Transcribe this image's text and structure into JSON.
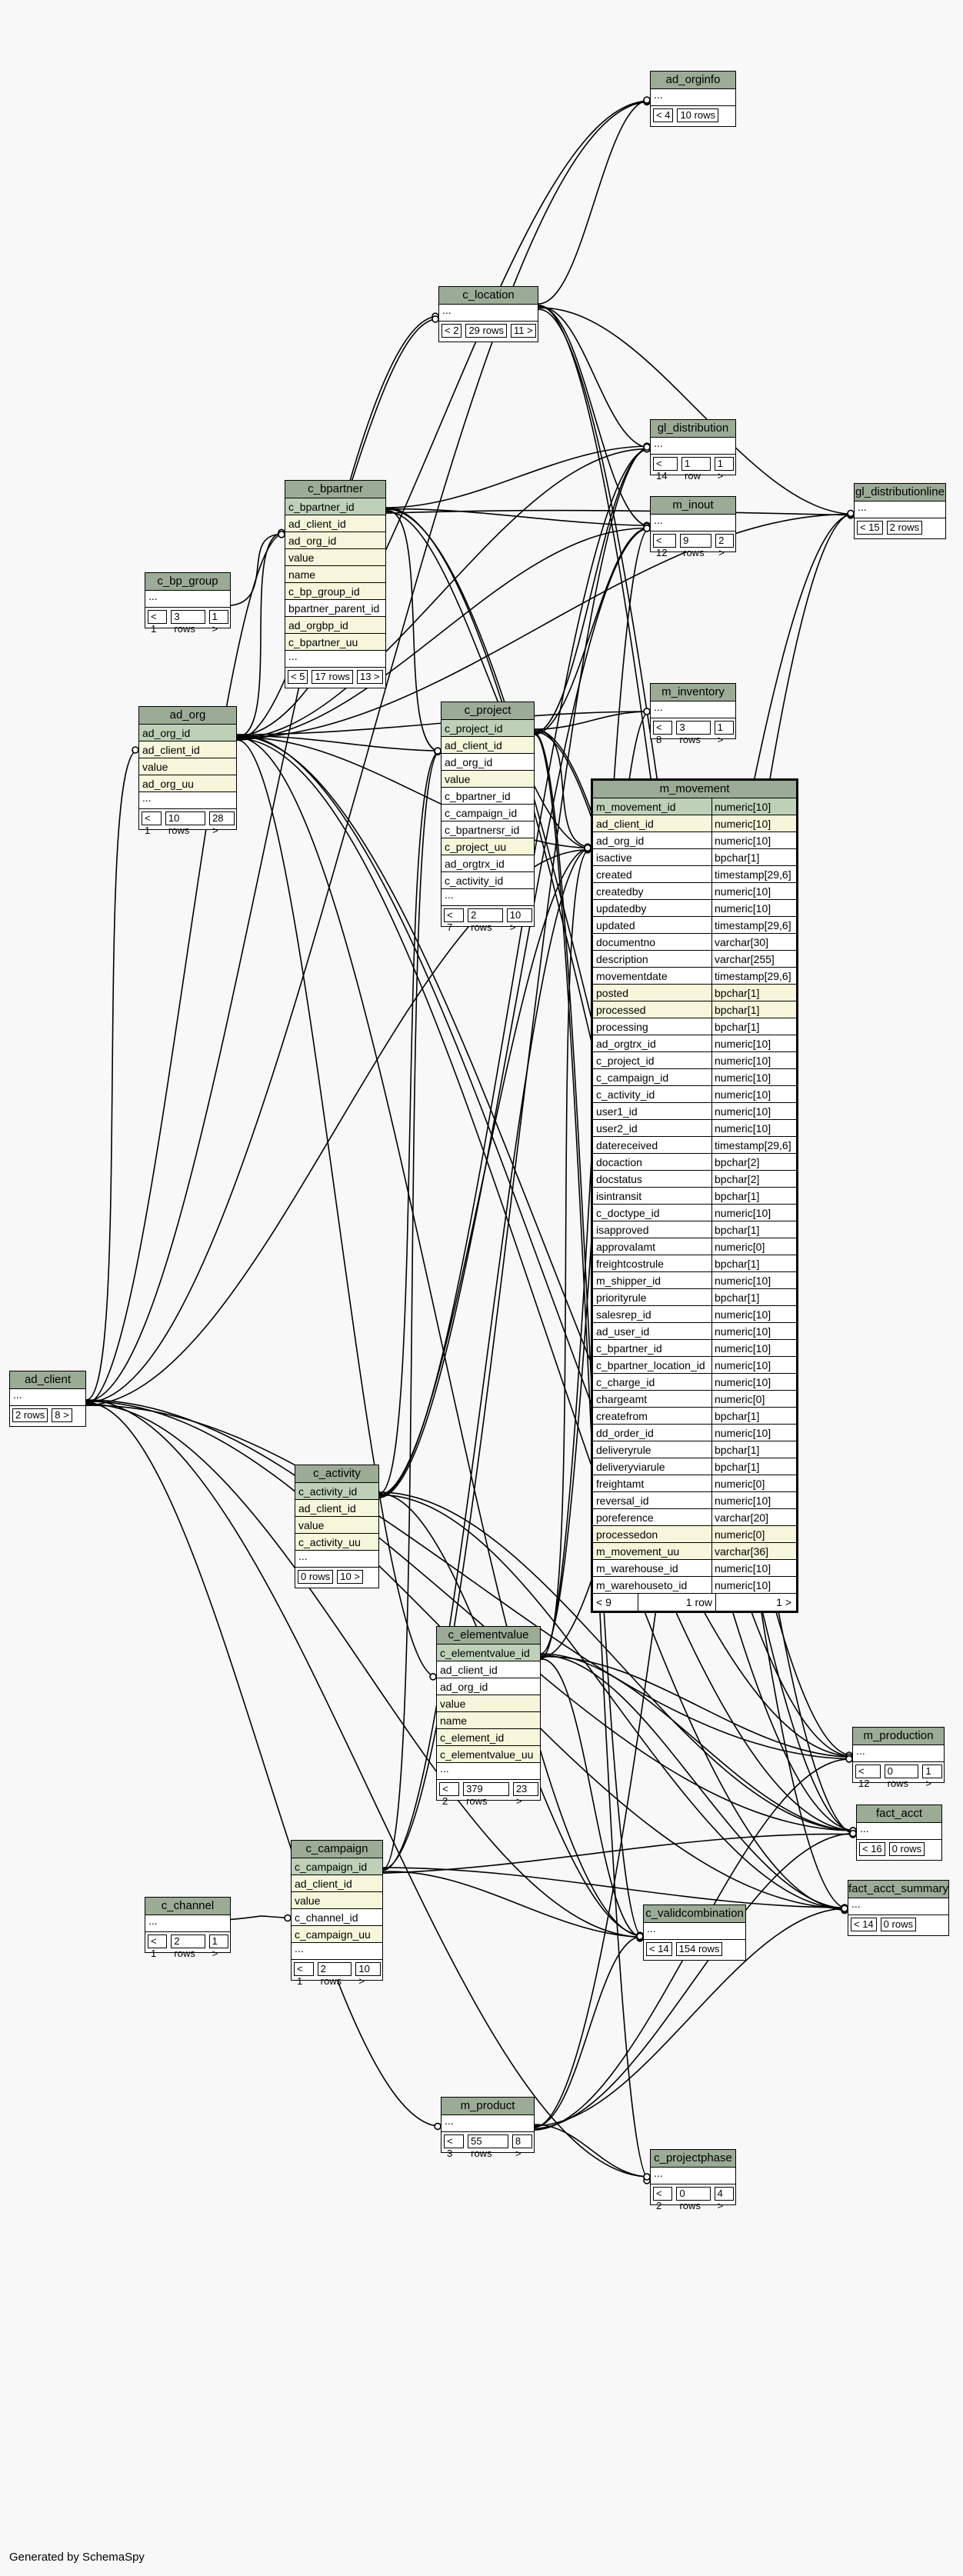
{
  "generated_by": "Generated by SchemaSpy",
  "tables": [
    {
      "id": "ad_orginfo",
      "name": "ad_orginfo",
      "rows": [
        {
          "t": "...",
          "k": "plain",
          "ell": true
        }
      ],
      "footer": [
        "< 4",
        "10 rows"
      ]
    },
    {
      "id": "c_location",
      "name": "c_location",
      "rows": [
        {
          "t": "...",
          "k": "plain",
          "ell": true
        }
      ],
      "footer": [
        "< 2",
        "29 rows",
        "11 >"
      ]
    },
    {
      "id": "gl_distribution",
      "name": "gl_distribution",
      "rows": [
        {
          "t": "...",
          "k": "plain",
          "ell": true
        }
      ],
      "footer": [
        "< 14",
        "1 row",
        "1 >"
      ]
    },
    {
      "id": "gl_distributionline",
      "name": "gl_distributionline",
      "rows": [
        {
          "t": "...",
          "k": "plain",
          "ell": true
        }
      ],
      "footer": [
        "< 15",
        "2 rows"
      ]
    },
    {
      "id": "c_bpartner",
      "name": "c_bpartner",
      "rows": [
        {
          "t": "c_bpartner_id",
          "k": "pk"
        },
        {
          "t": "ad_client_id",
          "k": "fk"
        },
        {
          "t": "ad_org_id",
          "k": "fk"
        },
        {
          "t": "value",
          "k": "fk"
        },
        {
          "t": "name",
          "k": "fk"
        },
        {
          "t": "c_bp_group_id",
          "k": "fk"
        },
        {
          "t": "bpartner_parent_id",
          "k": "plain"
        },
        {
          "t": "ad_orgbp_id",
          "k": "fk"
        },
        {
          "t": "c_bpartner_uu",
          "k": "fk"
        },
        {
          "t": "...",
          "k": "plain",
          "ell": true
        }
      ],
      "footer": [
        "< 5",
        "17 rows",
        "13 >"
      ]
    },
    {
      "id": "m_inout",
      "name": "m_inout",
      "rows": [
        {
          "t": "...",
          "k": "plain",
          "ell": true
        }
      ],
      "footer": [
        "< 12",
        "9 rows",
        "2 >"
      ]
    },
    {
      "id": "c_bp_group",
      "name": "c_bp_group",
      "rows": [
        {
          "t": "...",
          "k": "plain",
          "ell": true
        }
      ],
      "footer": [
        "< 1",
        "3 rows",
        "1 >"
      ]
    },
    {
      "id": "m_inventory",
      "name": "m_inventory",
      "rows": [
        {
          "t": "...",
          "k": "plain",
          "ell": true
        }
      ],
      "footer": [
        "< 8",
        "3 rows",
        "1 >"
      ]
    },
    {
      "id": "c_project",
      "name": "c_project",
      "rows": [
        {
          "t": "c_project_id",
          "k": "pk"
        },
        {
          "t": "ad_client_id",
          "k": "fk"
        },
        {
          "t": "ad_org_id",
          "k": "plain"
        },
        {
          "t": "value",
          "k": "fk"
        },
        {
          "t": "c_bpartner_id",
          "k": "plain"
        },
        {
          "t": "c_campaign_id",
          "k": "plain"
        },
        {
          "t": "c_bpartnersr_id",
          "k": "plain"
        },
        {
          "t": "c_project_uu",
          "k": "fk"
        },
        {
          "t": "ad_orgtrx_id",
          "k": "plain"
        },
        {
          "t": "c_activity_id",
          "k": "plain"
        },
        {
          "t": "...",
          "k": "plain",
          "ell": true
        }
      ],
      "footer": [
        "< 7",
        "2 rows",
        "10 >"
      ]
    },
    {
      "id": "ad_org",
      "name": "ad_org",
      "rows": [
        {
          "t": "ad_org_id",
          "k": "pk"
        },
        {
          "t": "ad_client_id",
          "k": "fk"
        },
        {
          "t": "value",
          "k": "fk"
        },
        {
          "t": "ad_org_uu",
          "k": "fk"
        },
        {
          "t": "...",
          "k": "plain",
          "ell": true
        }
      ],
      "footer": [
        "< 1",
        "10 rows",
        "28 >"
      ]
    },
    {
      "id": "ad_client",
      "name": "ad_client",
      "rows": [
        {
          "t": "...",
          "k": "plain",
          "ell": true
        }
      ],
      "footer": [
        "2 rows",
        "8 >"
      ]
    },
    {
      "id": "c_activity",
      "name": "c_activity",
      "rows": [
        {
          "t": "c_activity_id",
          "k": "pk"
        },
        {
          "t": "ad_client_id",
          "k": "fk"
        },
        {
          "t": "value",
          "k": "fk"
        },
        {
          "t": "c_activity_uu",
          "k": "fk"
        },
        {
          "t": "...",
          "k": "plain",
          "ell": true
        }
      ],
      "footer": [
        "0 rows",
        "10 >"
      ]
    },
    {
      "id": "c_elementvalue",
      "name": "c_elementvalue",
      "rows": [
        {
          "t": "c_elementvalue_id",
          "k": "pk"
        },
        {
          "t": "ad_client_id",
          "k": "plain"
        },
        {
          "t": "ad_org_id",
          "k": "plain"
        },
        {
          "t": "value",
          "k": "fk"
        },
        {
          "t": "name",
          "k": "fk"
        },
        {
          "t": "c_element_id",
          "k": "fk"
        },
        {
          "t": "c_elementvalue_uu",
          "k": "fk"
        },
        {
          "t": "...",
          "k": "plain",
          "ell": true
        }
      ],
      "footer": [
        "< 2",
        "379 rows",
        "23 >"
      ]
    },
    {
      "id": "m_production",
      "name": "m_production",
      "rows": [
        {
          "t": "...",
          "k": "plain",
          "ell": true
        }
      ],
      "footer": [
        "< 12",
        "0 rows",
        "1 >"
      ]
    },
    {
      "id": "fact_acct",
      "name": "fact_acct",
      "rows": [
        {
          "t": "...",
          "k": "plain",
          "ell": true
        }
      ],
      "footer": [
        "< 16",
        "0 rows"
      ]
    },
    {
      "id": "fact_acct_summary",
      "name": "fact_acct_summary",
      "rows": [
        {
          "t": "...",
          "k": "plain",
          "ell": true
        }
      ],
      "footer": [
        "< 14",
        "0 rows"
      ]
    },
    {
      "id": "c_campaign",
      "name": "c_campaign",
      "rows": [
        {
          "t": "c_campaign_id",
          "k": "pk"
        },
        {
          "t": "ad_client_id",
          "k": "fk"
        },
        {
          "t": "value",
          "k": "fk"
        },
        {
          "t": "c_channel_id",
          "k": "plain"
        },
        {
          "t": "c_campaign_uu",
          "k": "fk"
        },
        {
          "t": "...",
          "k": "plain",
          "ell": true
        }
      ],
      "footer": [
        "< 1",
        "2 rows",
        "10 >"
      ]
    },
    {
      "id": "c_channel",
      "name": "c_channel",
      "rows": [
        {
          "t": "...",
          "k": "plain",
          "ell": true
        }
      ],
      "footer": [
        "< 1",
        "2 rows",
        "1 >"
      ]
    },
    {
      "id": "c_validcombination",
      "name": "c_validcombination",
      "rows": [
        {
          "t": "...",
          "k": "plain",
          "ell": true
        }
      ],
      "footer": [
        "< 14",
        "154 rows"
      ]
    },
    {
      "id": "m_product",
      "name": "m_product",
      "rows": [
        {
          "t": "...",
          "k": "plain",
          "ell": true
        }
      ],
      "footer": [
        "< 3",
        "55 rows",
        "8 >"
      ]
    },
    {
      "id": "c_projectphase",
      "name": "c_projectphase",
      "rows": [
        {
          "t": "...",
          "k": "plain",
          "ell": true
        }
      ],
      "footer": [
        "< 2",
        "0 rows",
        "4 >"
      ]
    }
  ],
  "m_movement": {
    "name": "m_movement",
    "columns": [
      {
        "n": "m_movement_id",
        "t": "numeric[10]",
        "k": "pk"
      },
      {
        "n": "ad_client_id",
        "t": "numeric[10]",
        "k": "fk"
      },
      {
        "n": "ad_org_id",
        "t": "numeric[10]",
        "k": "plain"
      },
      {
        "n": "isactive",
        "t": "bpchar[1]",
        "k": "plain"
      },
      {
        "n": "created",
        "t": "timestamp[29,6]",
        "k": "plain"
      },
      {
        "n": "createdby",
        "t": "numeric[10]",
        "k": "plain"
      },
      {
        "n": "updatedby",
        "t": "numeric[10]",
        "k": "plain"
      },
      {
        "n": "updated",
        "t": "timestamp[29,6]",
        "k": "plain"
      },
      {
        "n": "documentno",
        "t": "varchar[30]",
        "k": "plain"
      },
      {
        "n": "description",
        "t": "varchar[255]",
        "k": "plain"
      },
      {
        "n": "movementdate",
        "t": "timestamp[29,6]",
        "k": "plain"
      },
      {
        "n": "posted",
        "t": "bpchar[1]",
        "k": "fk"
      },
      {
        "n": "processed",
        "t": "bpchar[1]",
        "k": "fk"
      },
      {
        "n": "processing",
        "t": "bpchar[1]",
        "k": "plain"
      },
      {
        "n": "ad_orgtrx_id",
        "t": "numeric[10]",
        "k": "plain"
      },
      {
        "n": "c_project_id",
        "t": "numeric[10]",
        "k": "plain"
      },
      {
        "n": "c_campaign_id",
        "t": "numeric[10]",
        "k": "plain"
      },
      {
        "n": "c_activity_id",
        "t": "numeric[10]",
        "k": "plain"
      },
      {
        "n": "user1_id",
        "t": "numeric[10]",
        "k": "plain"
      },
      {
        "n": "user2_id",
        "t": "numeric[10]",
        "k": "plain"
      },
      {
        "n": "datereceived",
        "t": "timestamp[29,6]",
        "k": "plain"
      },
      {
        "n": "docaction",
        "t": "bpchar[2]",
        "k": "plain"
      },
      {
        "n": "docstatus",
        "t": "bpchar[2]",
        "k": "plain"
      },
      {
        "n": "isintransit",
        "t": "bpchar[1]",
        "k": "plain"
      },
      {
        "n": "c_doctype_id",
        "t": "numeric[10]",
        "k": "plain"
      },
      {
        "n": "isapproved",
        "t": "bpchar[1]",
        "k": "plain"
      },
      {
        "n": "approvalamt",
        "t": "numeric[0]",
        "k": "plain"
      },
      {
        "n": "freightcostrule",
        "t": "bpchar[1]",
        "k": "plain"
      },
      {
        "n": "m_shipper_id",
        "t": "numeric[10]",
        "k": "plain"
      },
      {
        "n": "priorityrule",
        "t": "bpchar[1]",
        "k": "plain"
      },
      {
        "n": "salesrep_id",
        "t": "numeric[10]",
        "k": "plain"
      },
      {
        "n": "ad_user_id",
        "t": "numeric[10]",
        "k": "plain"
      },
      {
        "n": "c_bpartner_id",
        "t": "numeric[10]",
        "k": "plain"
      },
      {
        "n": "c_bpartner_location_id",
        "t": "numeric[10]",
        "k": "plain"
      },
      {
        "n": "c_charge_id",
        "t": "numeric[10]",
        "k": "plain"
      },
      {
        "n": "chargeamt",
        "t": "numeric[0]",
        "k": "plain"
      },
      {
        "n": "createfrom",
        "t": "bpchar[1]",
        "k": "plain"
      },
      {
        "n": "dd_order_id",
        "t": "numeric[10]",
        "k": "plain"
      },
      {
        "n": "deliveryrule",
        "t": "bpchar[1]",
        "k": "plain"
      },
      {
        "n": "deliveryviarule",
        "t": "bpchar[1]",
        "k": "plain"
      },
      {
        "n": "freightamt",
        "t": "numeric[0]",
        "k": "plain"
      },
      {
        "n": "reversal_id",
        "t": "numeric[10]",
        "k": "plain"
      },
      {
        "n": "poreference",
        "t": "varchar[20]",
        "k": "plain"
      },
      {
        "n": "processedon",
        "t": "numeric[0]",
        "k": "fk"
      },
      {
        "n": "m_movement_uu",
        "t": "varchar[36]",
        "k": "fk"
      },
      {
        "n": "m_warehouse_id",
        "t": "numeric[10]",
        "k": "plain"
      },
      {
        "n": "m_warehouseto_id",
        "t": "numeric[10]",
        "k": "plain"
      }
    ],
    "footer": [
      "< 9",
      "1 row",
      "1 >"
    ]
  }
}
